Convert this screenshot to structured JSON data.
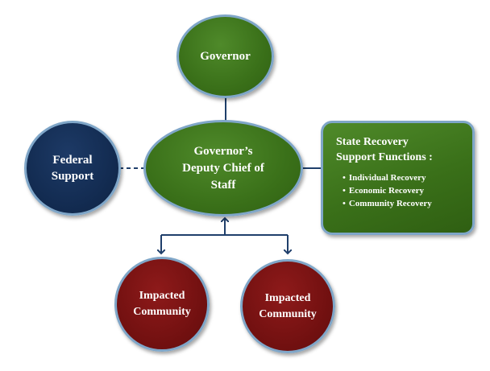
{
  "nodes": {
    "governor": {
      "label": "Governor"
    },
    "deputy": {
      "lines": [
        "Governor’s",
        "Deputy Chief of",
        "Staff"
      ]
    },
    "federal": {
      "lines": [
        "Federal",
        "Support"
      ]
    },
    "community_left": {
      "lines": [
        "Impacted",
        "Community"
      ]
    },
    "community_right": {
      "lines": [
        "Impacted",
        "Community"
      ]
    },
    "state": {
      "title_lines": [
        "State Recovery",
        "Support Functions :"
      ],
      "items": [
        "Individual Recovery",
        "Economic Recovery",
        "Community Recovery"
      ]
    }
  },
  "colors": {
    "green_node": "#3a7019",
    "navy_node": "#132c52",
    "maroon_node": "#741111",
    "border": "#7fa6c8",
    "connector": "#1f3f6b"
  }
}
